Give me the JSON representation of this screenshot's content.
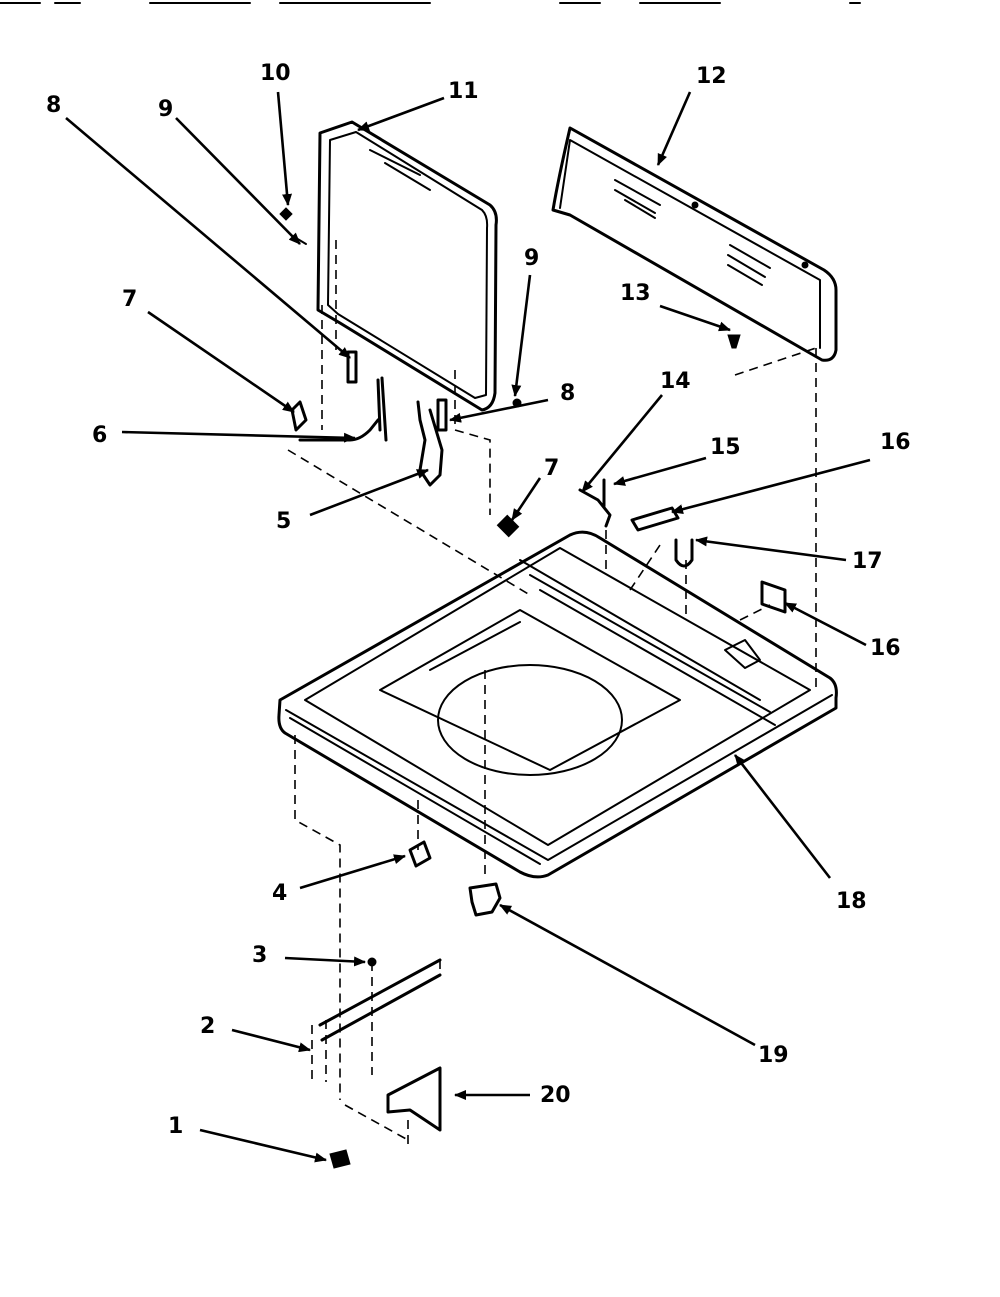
{
  "diagram": {
    "callouts": [
      {
        "id": "c1",
        "text": "1"
      },
      {
        "id": "c2",
        "text": "2"
      },
      {
        "id": "c3",
        "text": "3"
      },
      {
        "id": "c4",
        "text": "4"
      },
      {
        "id": "c5",
        "text": "5"
      },
      {
        "id": "c6",
        "text": "6"
      },
      {
        "id": "c7a",
        "text": "7"
      },
      {
        "id": "c7b",
        "text": "7"
      },
      {
        "id": "c8a",
        "text": "8"
      },
      {
        "id": "c8b",
        "text": "8"
      },
      {
        "id": "c9a",
        "text": "9"
      },
      {
        "id": "c9b",
        "text": "9"
      },
      {
        "id": "c10",
        "text": "10"
      },
      {
        "id": "c11",
        "text": "11"
      },
      {
        "id": "c12",
        "text": "12"
      },
      {
        "id": "c13",
        "text": "13"
      },
      {
        "id": "c14",
        "text": "14"
      },
      {
        "id": "c15",
        "text": "15"
      },
      {
        "id": "c16a",
        "text": "16"
      },
      {
        "id": "c16b",
        "text": "16"
      },
      {
        "id": "c17",
        "text": "17"
      },
      {
        "id": "c18",
        "text": "18"
      },
      {
        "id": "c19",
        "text": "19"
      },
      {
        "id": "c20",
        "text": "20"
      }
    ]
  }
}
